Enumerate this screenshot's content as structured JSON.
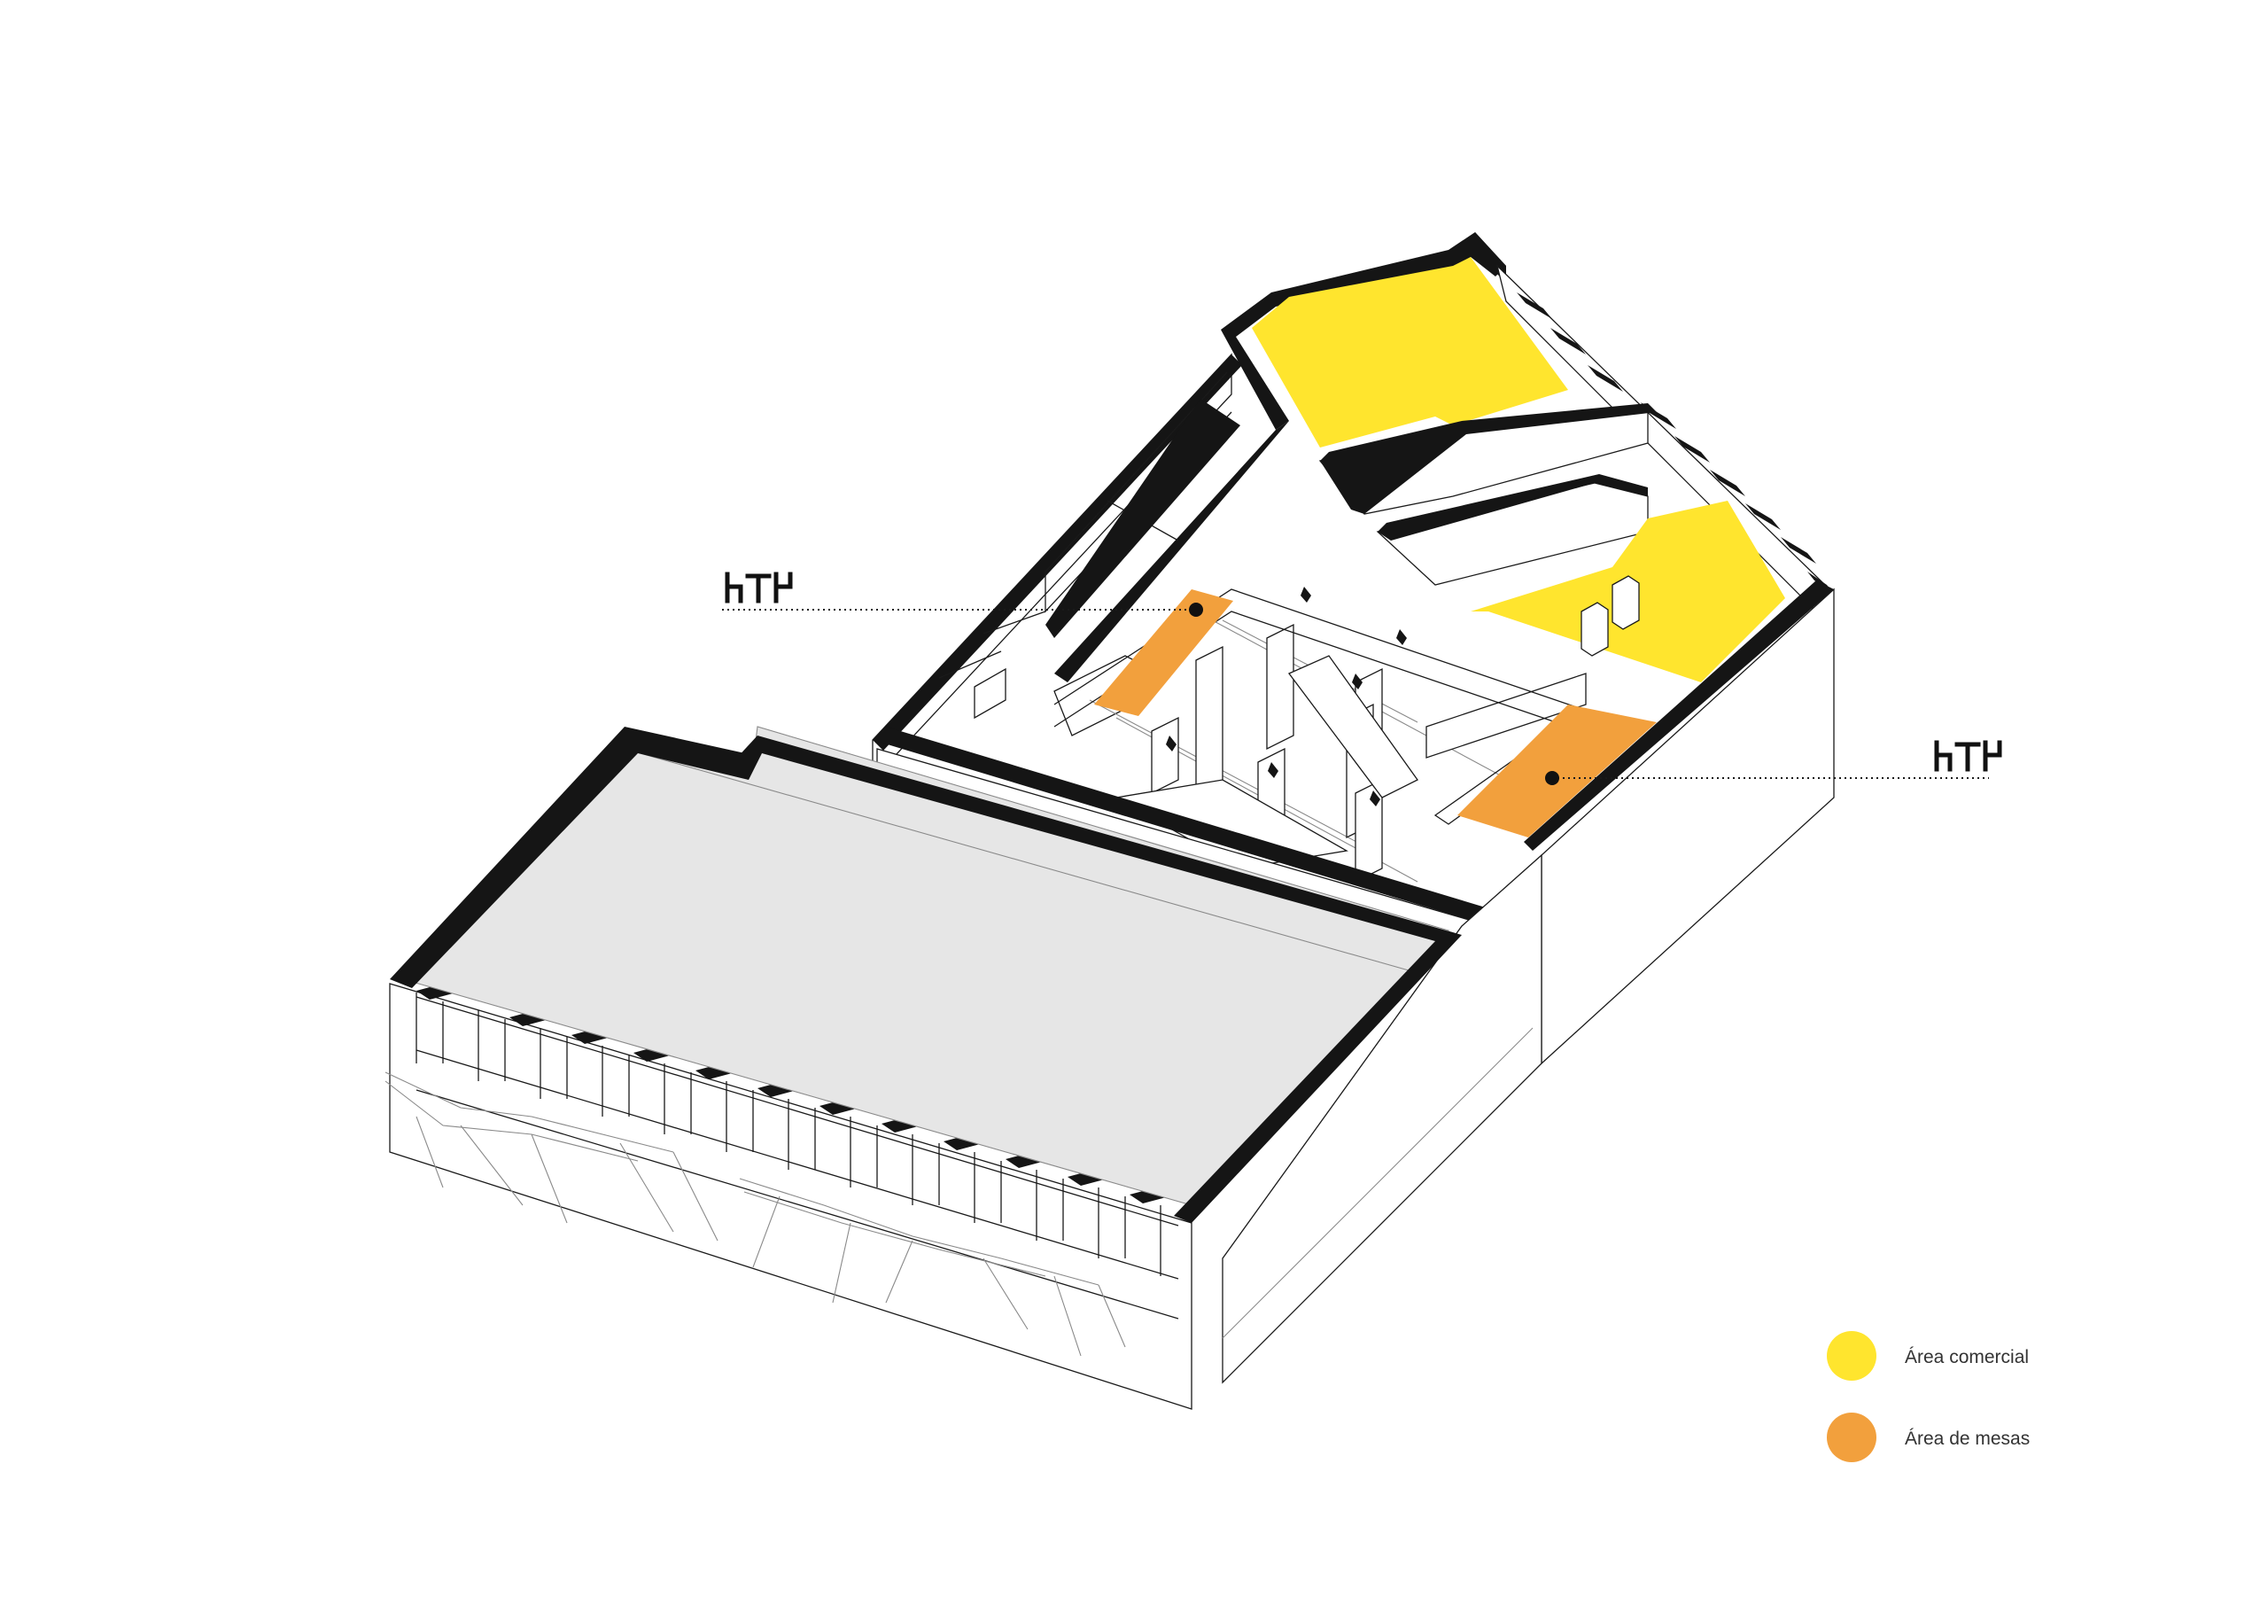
{
  "colors": {
    "commercial": "#ffe52e",
    "tables": "#f2a03d",
    "roof": "#e6e6e6",
    "wall": "#151515"
  },
  "labels": {
    "left_logo": "hTH",
    "right_logo": "hTH"
  },
  "legend": [
    {
      "label": "Área comercial",
      "color": "#ffe52e"
    },
    {
      "label": "Área de mesas",
      "color": "#f2a03d"
    }
  ]
}
